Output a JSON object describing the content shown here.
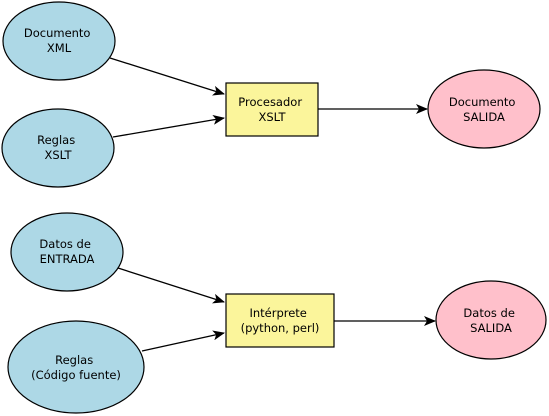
{
  "diagram": {
    "colors": {
      "input_fill": "#add8e6",
      "output_fill": "#ffc0cb",
      "process_fill": "#fbf59b",
      "stroke": "#000000"
    },
    "top": {
      "input_xml": {
        "line1": "Documento",
        "line2": "XML"
      },
      "input_rules": {
        "line1": "Reglas",
        "line2": "XSLT"
      },
      "processor": {
        "line1": "Procesador",
        "line2": "XSLT"
      },
      "output": {
        "line1": "Documento",
        "line2": "SALIDA"
      }
    },
    "bottom": {
      "input_data": {
        "line1": "Datos de",
        "line2": "ENTRADA"
      },
      "input_rules": {
        "line1": "Reglas",
        "line2": "(Código fuente)"
      },
      "interpreter": {
        "line1": "Intérprete",
        "line2": "(python, perl)"
      },
      "output": {
        "line1": "Datos de",
        "line2": "SALIDA"
      }
    }
  }
}
